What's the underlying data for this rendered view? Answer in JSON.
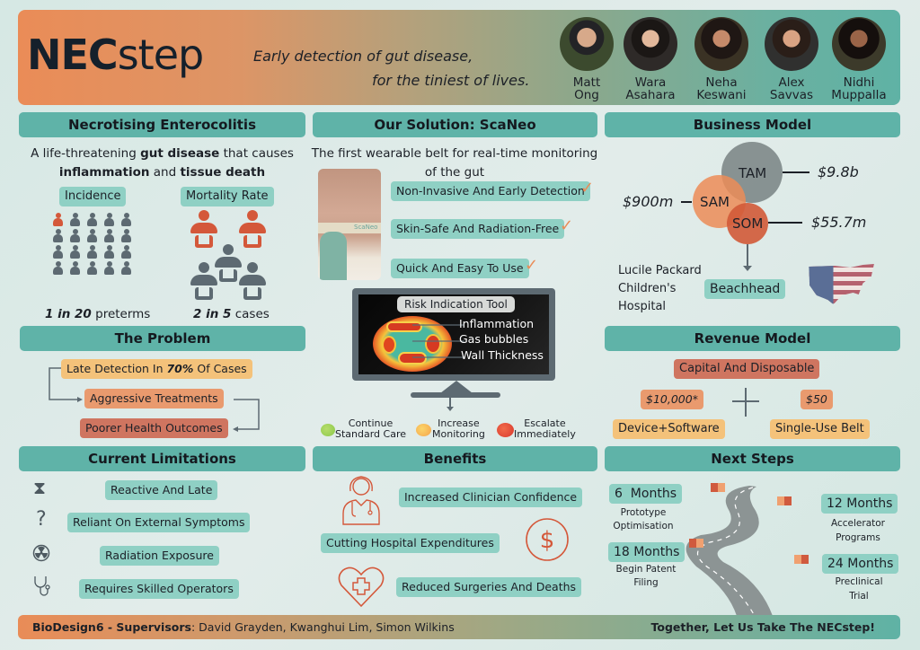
{
  "header": {
    "logo_bold": "NEC",
    "logo_light": "step",
    "tagline_line1": "Early detection of gut disease,",
    "tagline_line2": "for the tiniest of lives.",
    "team": [
      {
        "first": "Matt",
        "last": "Ong"
      },
      {
        "first": "Wara",
        "last": "Asahara"
      },
      {
        "first": "Neha",
        "last": "Keswani"
      },
      {
        "first": "Alex",
        "last": "Savvas"
      },
      {
        "first": "Nidhi",
        "last": "Muppalla"
      }
    ]
  },
  "nec": {
    "title": "Necrotising Enterocolitis",
    "desc_pre": "A life-threatening ",
    "desc_b1": "gut disease",
    "desc_mid": " that causes",
    "desc_b2": "inflammation",
    "desc_and": " and ",
    "desc_b3": "tissue death",
    "incidence_label": "Incidence",
    "incidence_stat_bold": "1 in 20",
    "incidence_stat_rest": " preterms",
    "incidence_value": {
      "affected": 1,
      "total": 20
    },
    "mortality_label": "Mortality Rate",
    "mortality_stat_bold": "2 in 5",
    "mortality_stat_rest": " cases",
    "mortality_value": {
      "affected": 2,
      "total": 5
    }
  },
  "problem": {
    "title": "The Problem",
    "step1_pre": "Late Detection In ",
    "step1_bold": "70%",
    "step1_post": " Of Cases",
    "step2": "Aggressive Treatments",
    "step3": "Poorer Health Outcomes"
  },
  "limitations": {
    "title": "Current Limitations",
    "items": [
      {
        "icon": "hourglass-icon",
        "label": "Reactive And Late"
      },
      {
        "icon": "question-icon",
        "label": "Reliant On External Symptoms"
      },
      {
        "icon": "radiation-icon",
        "label": "Radiation Exposure"
      },
      {
        "icon": "stethoscope-icon",
        "label": "Requires Skilled Operators"
      }
    ]
  },
  "solution": {
    "title": "Our Solution: ScaNeo",
    "desc_line1": "The first wearable belt for real-time monitoring",
    "desc_line2": "of the gut",
    "belt_label": "ScaNeo",
    "features": [
      "Non-Invasive And Early Detection",
      "Skin-Safe And Radiation-Free",
      "Quick And Easy To Use"
    ],
    "tool_title": "Risk Indication Tool",
    "tool_labels": [
      "Inflammation",
      "Gas bubbles",
      "Wall Thickness"
    ],
    "outcomes": [
      {
        "line1": "Continue",
        "line2": "Standard Care",
        "color": "#8cc84b"
      },
      {
        "line1": "Increase",
        "line2": "Monitoring",
        "color": "#f5b04a"
      },
      {
        "line1": "Escalate",
        "line2": "Immediately",
        "color": "#e0453a"
      }
    ]
  },
  "benefits": {
    "title": "Benefits",
    "items": [
      "Increased Clinician Confidence",
      "Cutting Hospital Expenditures",
      "Reduced Surgeries And Deaths"
    ],
    "icon_color": "#d4583a"
  },
  "business": {
    "title": "Business Model",
    "tam_label": "TAM",
    "tam_value": "$9.8b",
    "sam_label": "SAM",
    "sam_value": "$900m",
    "som_label": "SOM",
    "som_value": "$55.7m",
    "hospital_line1": "Lucile Packard",
    "hospital_line2": "Children's",
    "hospital_line3": "Hospital",
    "beachhead": "Beachhead"
  },
  "revenue": {
    "title": "Revenue Model",
    "type": "Capital And Disposable",
    "device_price": "$10,000*",
    "device_label": "Device+Software",
    "belt_price": "$50",
    "belt_label": "Single-Use Belt"
  },
  "next_steps": {
    "title": "Next Steps",
    "milestones": [
      {
        "time": "6  Months",
        "desc1": "Prototype",
        "desc2": "Optimisation"
      },
      {
        "time": "12 Months",
        "desc1": "Accelerator",
        "desc2": "Programs"
      },
      {
        "time": "18 Months",
        "desc1": "Begin Patent",
        "desc2": "Filing"
      },
      {
        "time": "24 Months",
        "desc1": "Preclinical",
        "desc2": "Trial"
      }
    ]
  },
  "footer": {
    "bold": "BioDesign6 - Supervisors",
    "rest": ": David Grayden, Kwanghui Lim, Simon Wilkins",
    "cta": "Together, Let Us Take The NECstep!"
  },
  "colors": {
    "teal": "#5fb3a8",
    "light_teal": "#8fd0c4",
    "orange": "#e98c57",
    "brick": "#cf7560",
    "slate": "#5d6a72"
  }
}
